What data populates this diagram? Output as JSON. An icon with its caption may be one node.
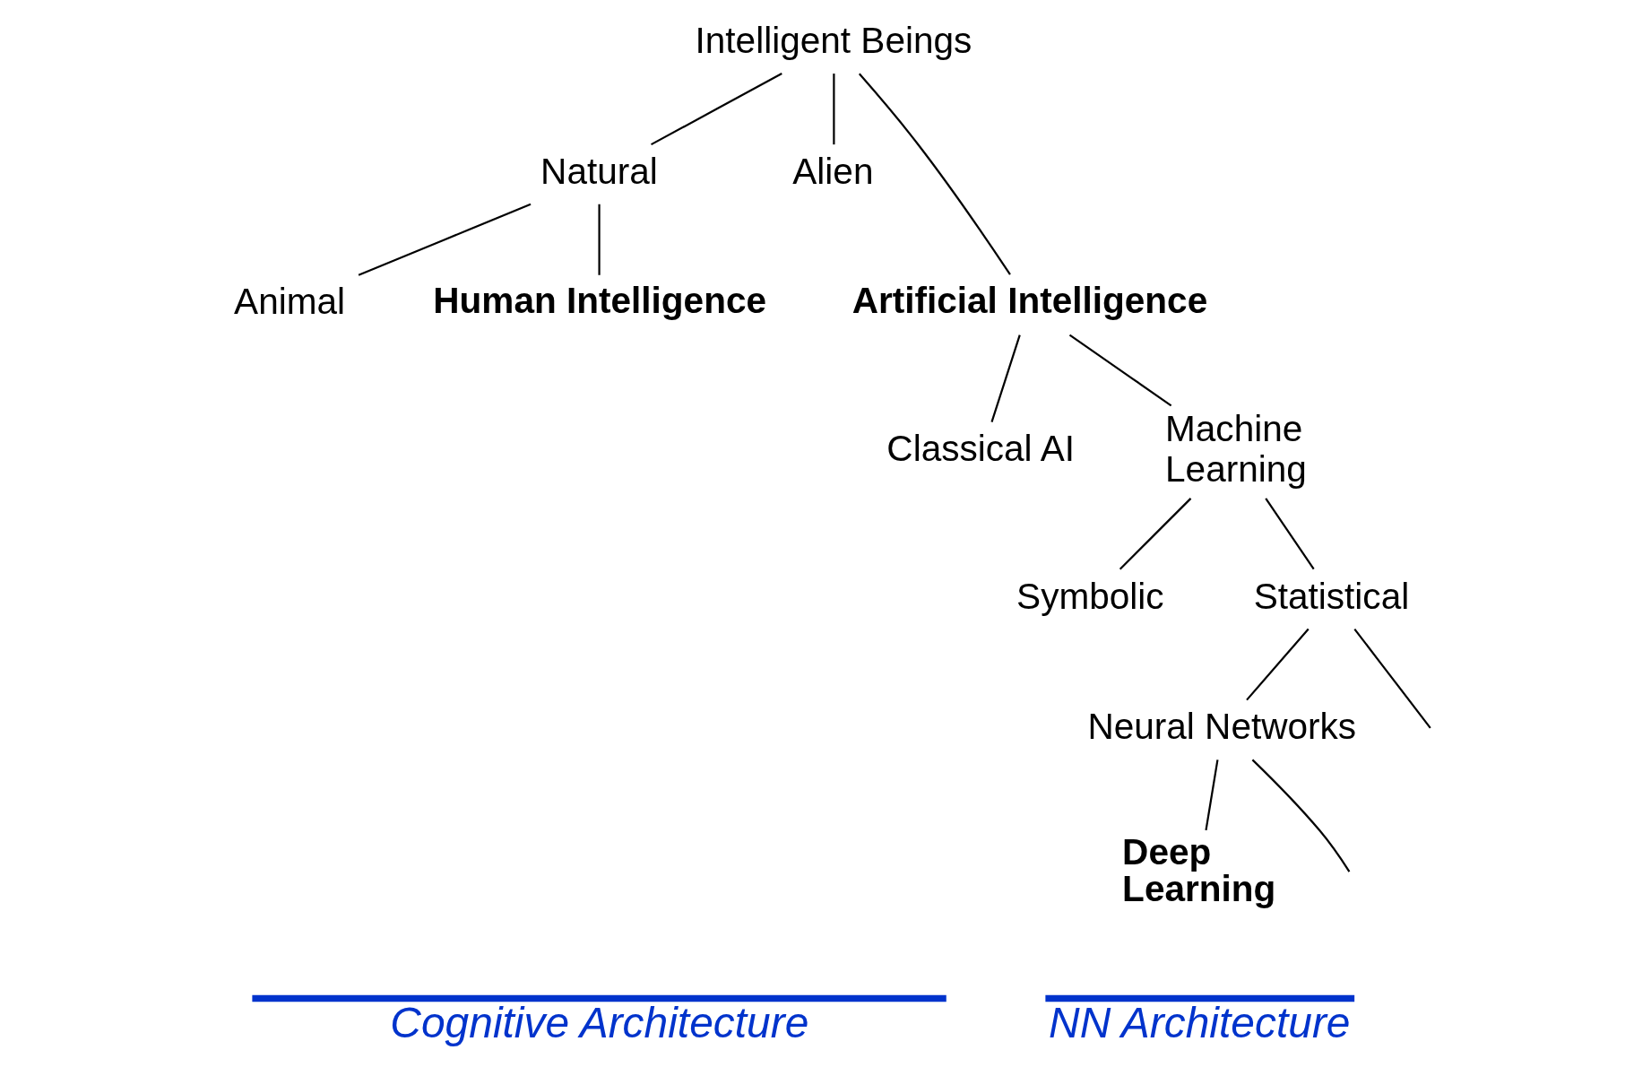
{
  "diagram": {
    "nodes": [
      {
        "text": [
          "Intelligent Beings"
        ]
      },
      {
        "text": [
          "Natural"
        ]
      },
      {
        "text": [
          "Alien"
        ]
      },
      {
        "text": [
          "Artificial Intelligence"
        ]
      },
      {
        "text": [
          "Animal"
        ]
      },
      {
        "text": [
          "Human Intelligence"
        ]
      },
      {
        "text": [
          "Classical AI"
        ]
      },
      {
        "text": [
          "Machine Learning"
        ]
      },
      {
        "text": [
          "Symbolic"
        ]
      },
      {
        "text": [
          "Statistical"
        ]
      },
      {
        "text": [
          "Neural Networks"
        ]
      },
      {
        "text": [
          "Deep Learning"
        ]
      }
    ],
    "edges": [
      {
        "from": 0,
        "to": 1,
        "arrow": "none"
      },
      {
        "from": 0,
        "to": 2,
        "arrow": "none"
      },
      {
        "from": 0,
        "to": 3,
        "arrow": "none"
      },
      {
        "from": 1,
        "to": 4,
        "arrow": "none"
      },
      {
        "from": 1,
        "to": 5,
        "arrow": "none"
      },
      {
        "from": 3,
        "to": 6,
        "arrow": "none"
      },
      {
        "from": 3,
        "to": 7,
        "arrow": "none"
      },
      {
        "from": 7,
        "to": 8,
        "arrow": "none"
      },
      {
        "from": 7,
        "to": 9,
        "arrow": "none"
      },
      {
        "from": 9,
        "to": 10,
        "arrow": "none"
      },
      {
        "from": 9,
        "to": null,
        "arrow": "none"
      },
      {
        "from": 10,
        "to": 11,
        "arrow": "none"
      },
      {
        "from": 10,
        "to": null,
        "arrow": "none"
      }
    ],
    "labels": [
      "Cognitive Architecture",
      "NN Architecture"
    ]
  }
}
